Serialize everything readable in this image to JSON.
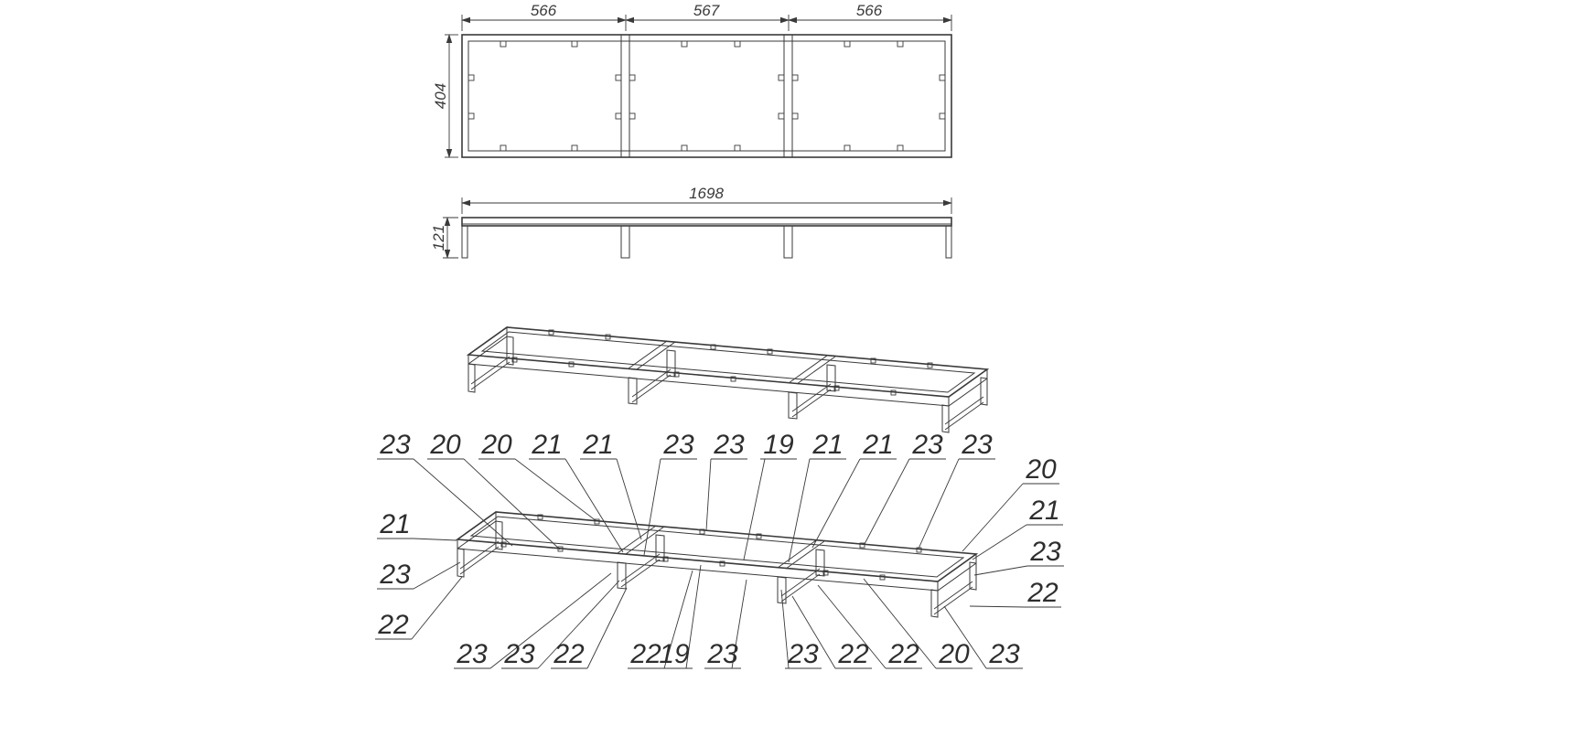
{
  "background": "#ffffff",
  "line_color": "#3a3a3a",
  "top_view": {
    "dim_left": "566",
    "dim_middle": "567",
    "dim_right": "566",
    "dim_height": "404"
  },
  "front_view": {
    "dim_length": "1698",
    "dim_height": "121"
  },
  "callouts": {
    "top": [
      "23",
      "20",
      "20",
      "21",
      "21",
      "23",
      "23",
      "19",
      "21",
      "21",
      "23",
      "23"
    ],
    "left": [
      "21",
      "23",
      "22"
    ],
    "right": [
      "20",
      "21",
      "23",
      "22"
    ],
    "bottom": [
      "23",
      "23",
      "22",
      "22",
      "19",
      "23",
      "23",
      "22",
      "22",
      "20",
      "23"
    ]
  }
}
